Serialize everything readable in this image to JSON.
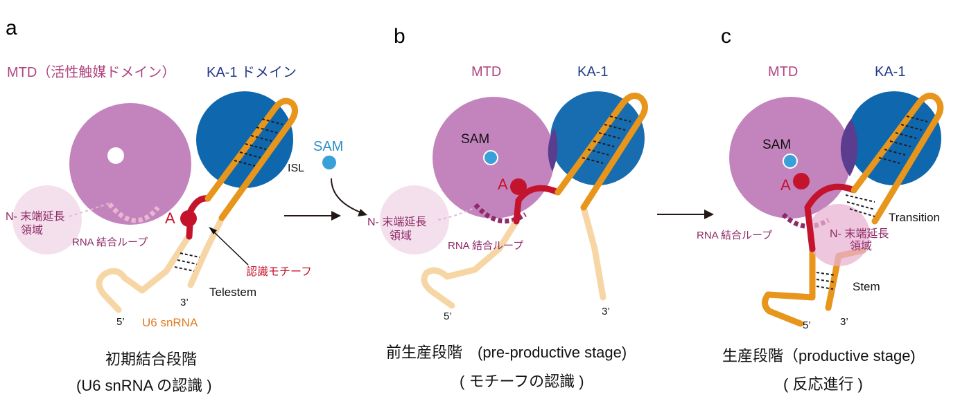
{
  "colors": {
    "mtd": "#c384bd",
    "ka1": "#0f67ad",
    "nterm": "#f4e0ec",
    "rna_light": "#f7d6a6",
    "rna_orange": "#e8951b",
    "motif_red": "#c4142d",
    "sam_blue": "#3aa1d8",
    "loop_purple": "#8e2a67",
    "arrow": "#231815"
  },
  "panel_a": {
    "letter": "a",
    "mtd_label": "MTD（活性触媒ドメイン）",
    "ka1_label": "KA-1 ドメイン",
    "sam_label": "SAM",
    "isl_label": "ISL",
    "a_label": "A",
    "nterm_line1": "N- 末端延長",
    "nterm_line2": "領域",
    "rna_loop_label": "RNA 結合ループ",
    "motif_label": "認識モチーフ",
    "telestem_label": "Telestem",
    "three_prime": "3’",
    "five_prime": "5’",
    "u6_label": "U6 snRNA",
    "caption_line1": "初期結合段階",
    "caption_line2": "(U6 snRNA の認識 )"
  },
  "panel_b": {
    "letter": "b",
    "mtd_label": "MTD",
    "ka1_label": "KA-1",
    "sam_label": "SAM",
    "a_label": "A",
    "nterm_line1": "N- 末端延長",
    "nterm_line2": "領域",
    "rna_loop_label": "RNA 結合ループ",
    "five_prime": "5’",
    "three_prime": "3’",
    "caption_line1": "前生産段階　(pre-productive stage)",
    "caption_line2": "( モチーフの認識 )"
  },
  "panel_c": {
    "letter": "c",
    "mtd_label": "MTD",
    "ka1_label": "KA-1",
    "sam_label": "SAM",
    "a_label": "A",
    "transition_label": "Transition",
    "nterm_line1": "N- 末端延長",
    "nterm_line2": "領域",
    "rna_loop_label": "RNA 結合ループ",
    "stem_label": "Stem",
    "five_prime": "5’",
    "three_prime": "3’",
    "caption_line1": "生産段階（productive stage)",
    "caption_line2": "( 反応進行 )"
  }
}
